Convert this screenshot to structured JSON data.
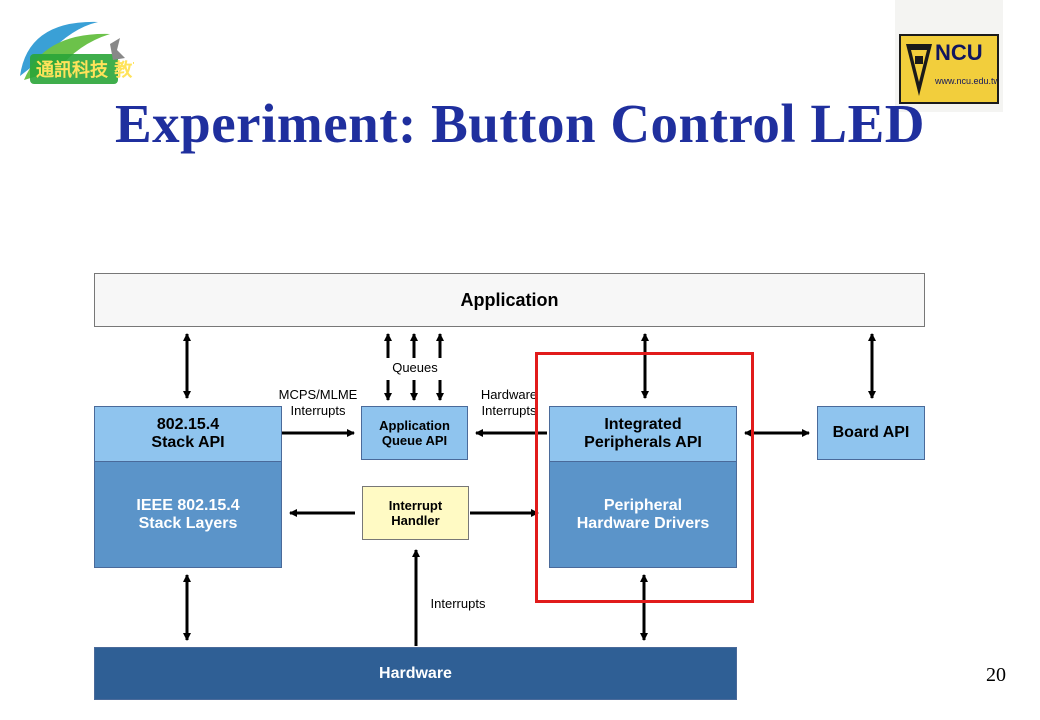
{
  "slide": {
    "title": "Experiment: Button Control LED",
    "page_number": "20"
  },
  "logos": {
    "left": "通訊科技 教育改進計劃",
    "right": {
      "name": "NCU",
      "url": "www.ncu.edu.tw"
    }
  },
  "diagram": {
    "application": "Application",
    "stack_api": "802.15.4\nStack API",
    "stack_layers": "IEEE 802.15.4\nStack Layers",
    "queue_api": "Application\nQueue API",
    "interrupt_handler": "Interrupt\nHandler",
    "integrated_api": "Integrated\nPeripherals API",
    "peripheral_drivers": "Peripheral\nHardware Drivers",
    "board_api": "Board API",
    "hardware": "Hardware",
    "labels": {
      "queues": "Queues",
      "mcps": "MCPS/MLME\nInterrupts",
      "hw_interrupts": "Hardware\nInterrupts",
      "interrupts": "Interrupts"
    }
  }
}
